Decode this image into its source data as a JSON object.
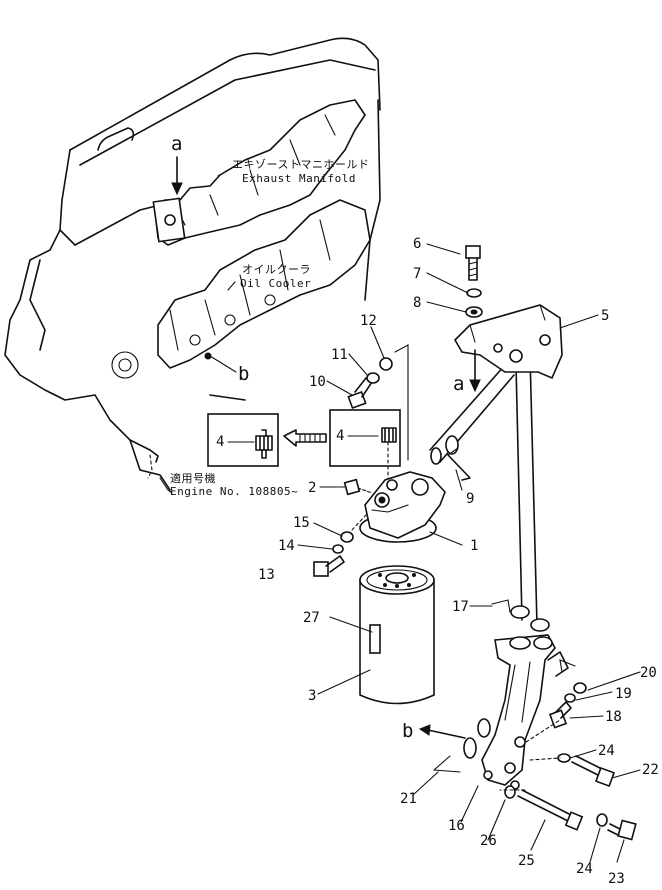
{
  "labels": {
    "exhaust_jp": "エキゾーストマニホールド",
    "exhaust_en": "Exhaust Manifold",
    "oil_cooler_jp": "オイルクーラ",
    "oil_cooler_en": "Oil Cooler",
    "engine_jp": "適用号機",
    "engine_en": "Engine No. 108805~"
  },
  "view_markers": {
    "a_top": "a",
    "a_side": "a",
    "b_engine": "b",
    "b_bottom": "b"
  },
  "part_numbers": {
    "p1": "1",
    "p2": "2",
    "p3": "3",
    "p4_old": "4",
    "p4_new": "4",
    "p5": "5",
    "p6": "6",
    "p7": "7",
    "p8": "8",
    "p9": "9",
    "p10": "10",
    "p11": "11",
    "p12": "12",
    "p13": "13",
    "p14": "14",
    "p15": "15",
    "p16": "16",
    "p17": "17",
    "p18": "18",
    "p19": "19",
    "p20": "20",
    "p21": "21",
    "p22": "22",
    "p23": "23",
    "p24a": "24",
    "p24b": "24",
    "p25": "25",
    "p26": "26",
    "p27": "27"
  }
}
